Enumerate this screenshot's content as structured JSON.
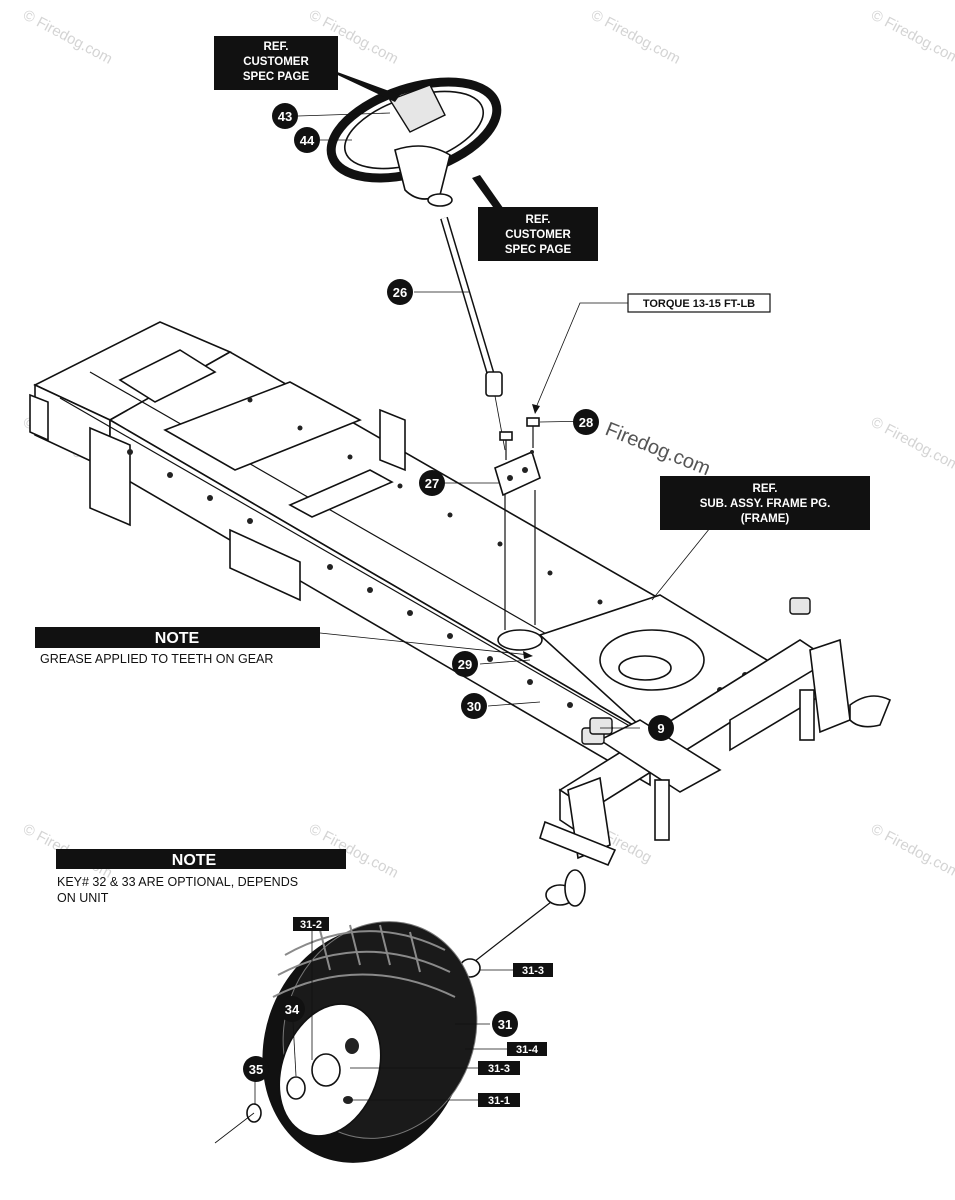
{
  "watermarks": [
    {
      "text": "© Firedog.com"
    },
    {
      "text": "© Firedog.com"
    },
    {
      "text": "© Firedog.com"
    },
    {
      "text": "© Firedog.com"
    },
    {
      "text": "© Firedog"
    },
    {
      "text": "© Firedog.com"
    },
    {
      "text": "© Firedog.com"
    },
    {
      "text": "© Firedog.com"
    },
    {
      "text": "© Firedog"
    },
    {
      "text": "© Firedog.com"
    }
  ],
  "ref_boxes": {
    "steering_top": [
      "REF.",
      "CUSTOMER",
      "SPEC PAGE"
    ],
    "steering_right": [
      "REF.",
      "CUSTOMER",
      "SPEC PAGE"
    ],
    "frame": [
      "REF.",
      "SUB. ASSY. FRAME PG.",
      "(FRAME)"
    ]
  },
  "torque_label": "TORQUE 13-15 FT-LB",
  "notes": [
    {
      "heading": "NOTE",
      "lines": [
        "GREASE APPLIED TO TEETH ON GEAR"
      ]
    },
    {
      "heading": "NOTE",
      "lines": [
        "KEY# 32 & 33 ARE OPTIONAL, DEPENDS",
        "ON UNIT"
      ]
    }
  ],
  "callouts": [
    "43",
    "44",
    "26",
    "28",
    "27",
    "29",
    "30",
    "9",
    "31",
    "34",
    "35"
  ],
  "part_tags": [
    "31-2",
    "31-3",
    "31-4",
    "31-3",
    "31-1"
  ],
  "bottom_watermark": "Firedog.com"
}
